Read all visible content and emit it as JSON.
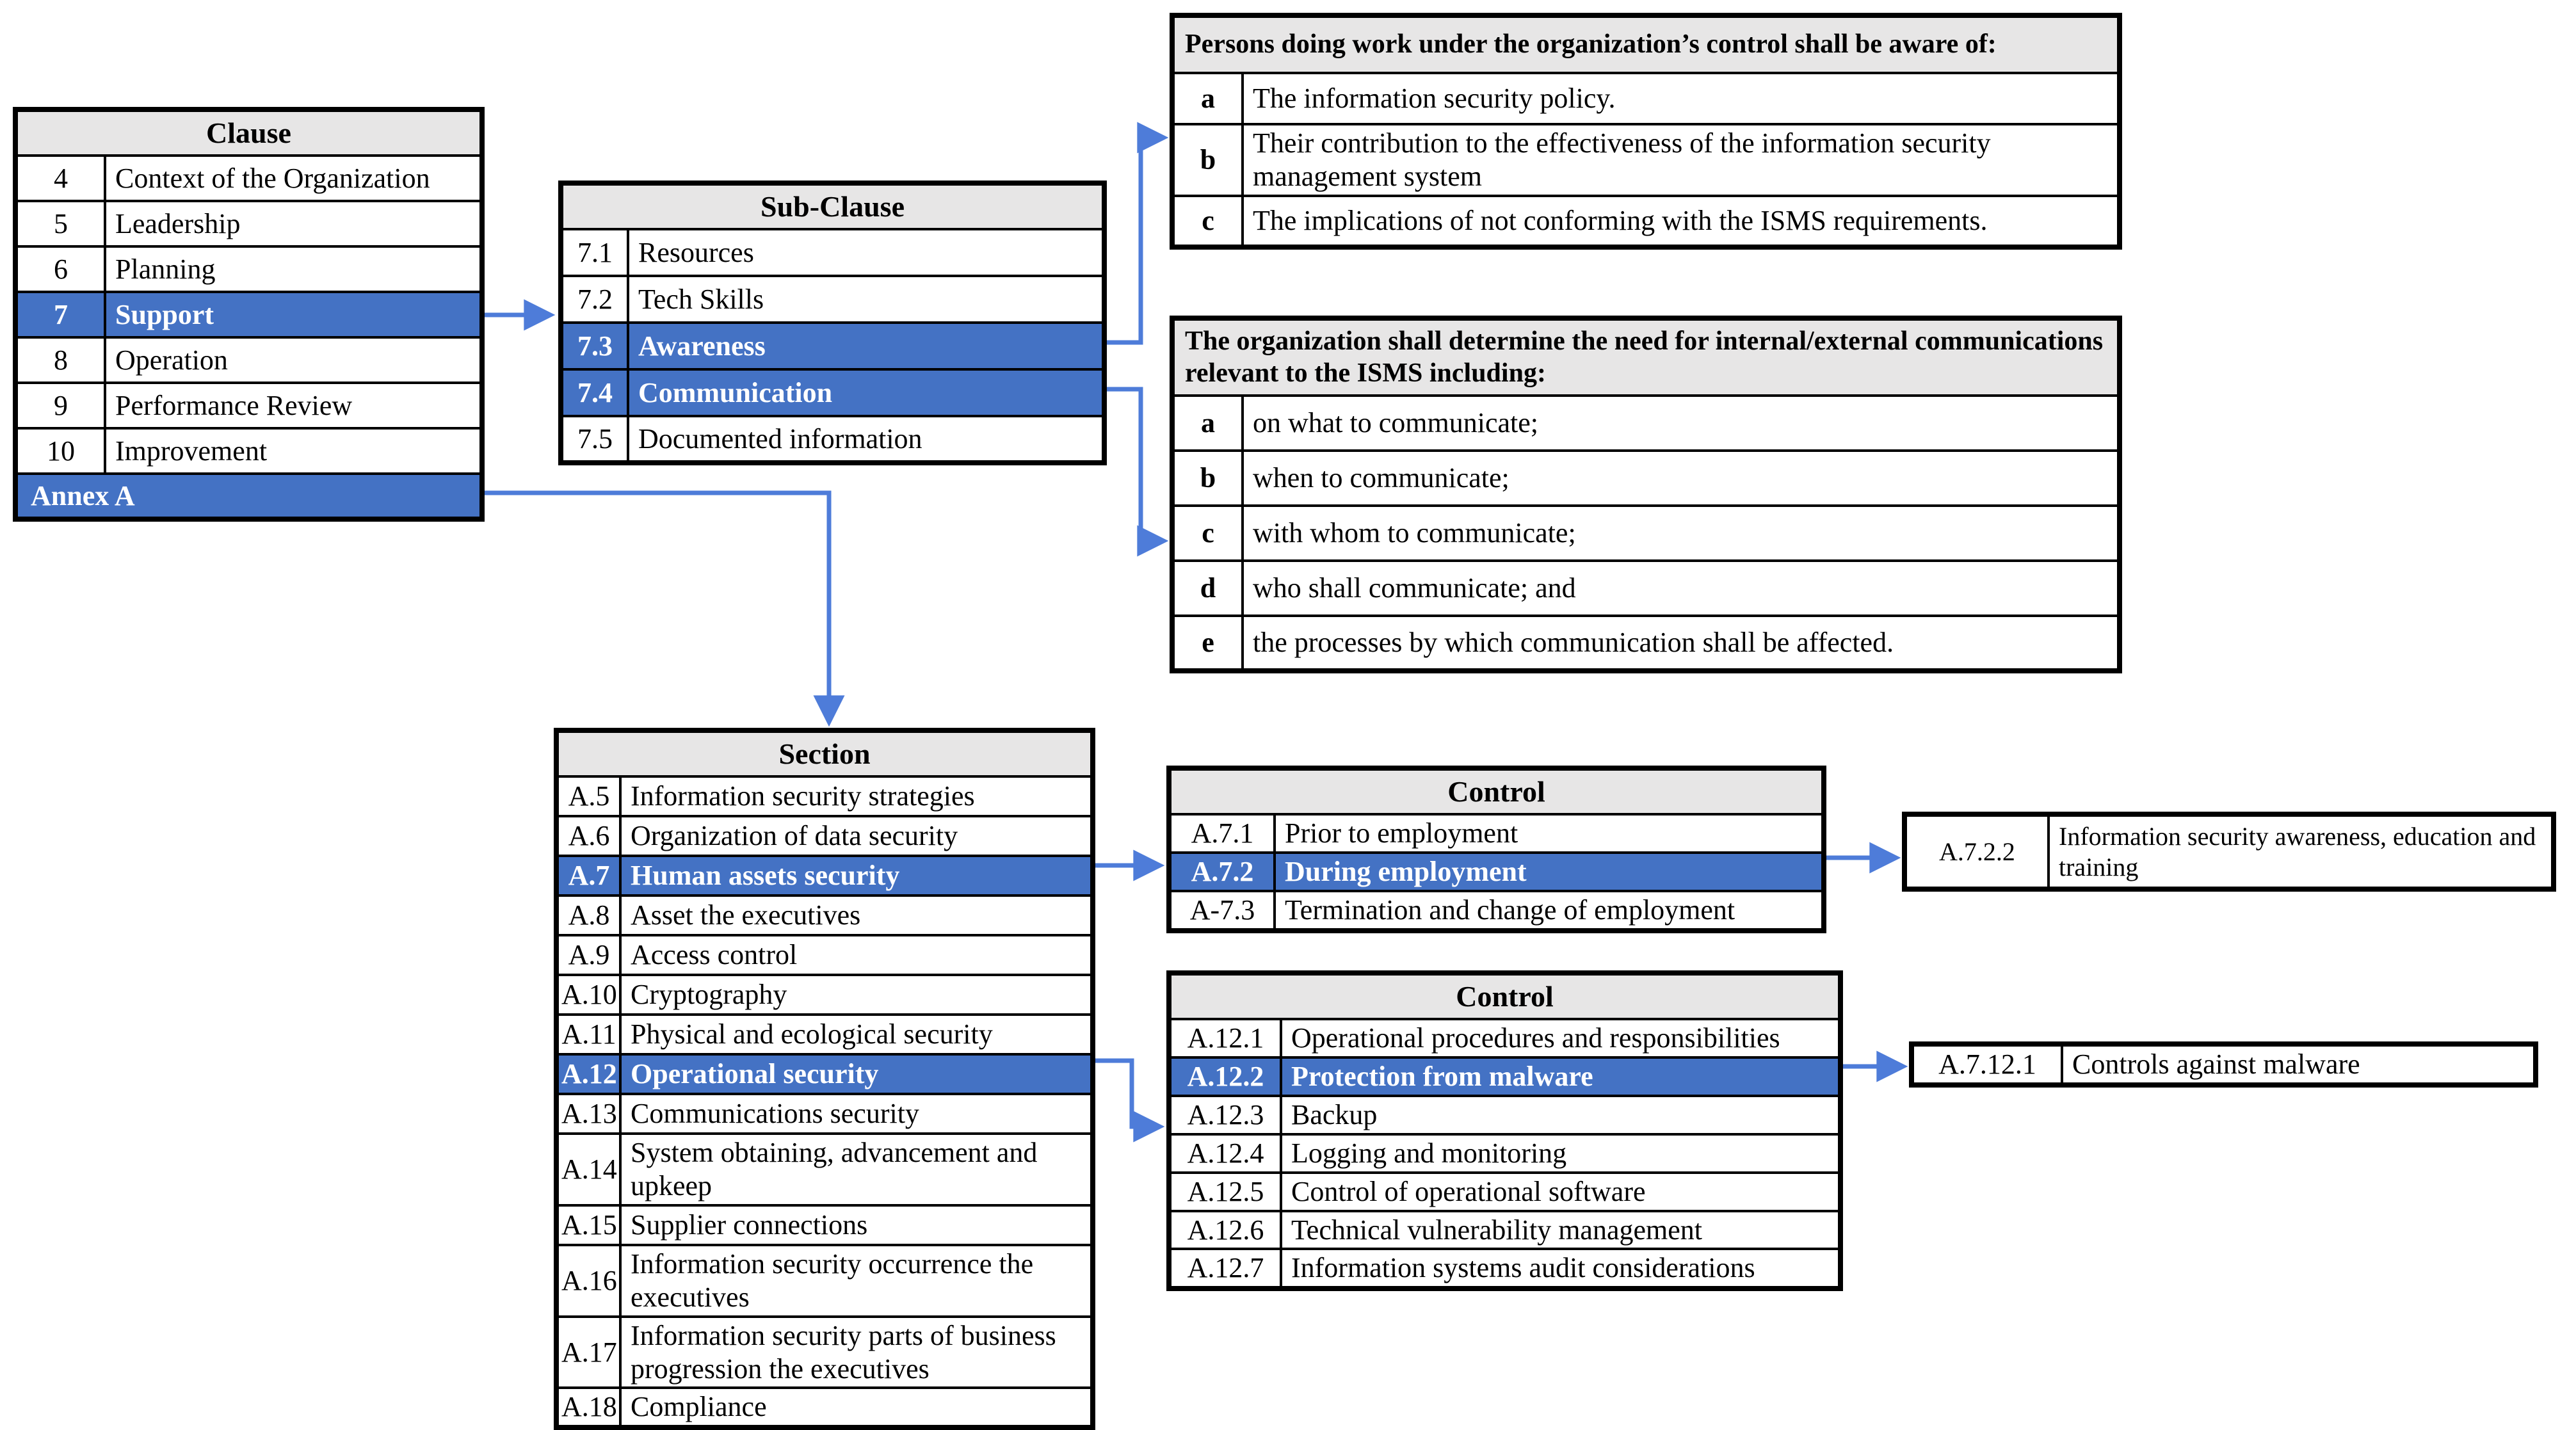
{
  "colors": {
    "highlight_row": "#4472C4",
    "highlight_text": "#ffffff",
    "header_bg": "#E7E6E6",
    "border": "#000000",
    "arrow": "#4E7CD9"
  },
  "clause_table": {
    "title": "Clause",
    "rows": [
      {
        "k": "4",
        "v": "Context of the Organization"
      },
      {
        "k": "5",
        "v": "Leadership"
      },
      {
        "k": "6",
        "v": "Planning"
      },
      {
        "k": "7",
        "v": "Support",
        "hl": true
      },
      {
        "k": "8",
        "v": "Operation"
      },
      {
        "k": "9",
        "v": "Performance Review"
      },
      {
        "k": "10",
        "v": "Improvement"
      },
      {
        "v": "Annex A",
        "hl": true,
        "span": 2
      }
    ]
  },
  "subclause_table": {
    "title": "Sub-Clause",
    "rows": [
      {
        "k": "7.1",
        "v": "Resources"
      },
      {
        "k": "7.2",
        "v": "Tech Skills"
      },
      {
        "k": "7.3",
        "v": "Awareness",
        "hl": true
      },
      {
        "k": "7.4",
        "v": "Communication",
        "hl": true
      },
      {
        "k": "7.5",
        "v": "Documented information"
      }
    ]
  },
  "persons_table": {
    "title": "Persons doing work under the organization’s control shall be aware of:",
    "rows": [
      {
        "k": "a",
        "v": "The information security policy."
      },
      {
        "k": "b",
        "v": "Their contribution to the effectiveness of the information security management system"
      },
      {
        "k": "c",
        "v": "The implications of not conforming with the ISMS requirements."
      }
    ]
  },
  "communications_table": {
    "title": "The organization shall determine the need for internal/external communications relevant to the ISMS including:",
    "rows": [
      {
        "k": "a",
        "v": "on what to communicate;"
      },
      {
        "k": "b",
        "v": "when to communicate;"
      },
      {
        "k": "c",
        "v": "with whom to communicate;"
      },
      {
        "k": "d",
        "v": "who shall communicate; and"
      },
      {
        "k": "e",
        "v": "the processes by which communication shall be affected."
      }
    ]
  },
  "section_table": {
    "title": "Section",
    "rows": [
      {
        "k": "A.5",
        "v": "Information security strategies"
      },
      {
        "k": "A.6",
        "v": "Organization of data security"
      },
      {
        "k": "A.7",
        "v": "Human assets security",
        "hl": true
      },
      {
        "k": "A.8",
        "v": "Asset the executives"
      },
      {
        "k": "A.9",
        "v": "Access control"
      },
      {
        "k": "A.10",
        "v": "Cryptography"
      },
      {
        "k": "A.11",
        "v": "Physical and ecological security"
      },
      {
        "k": "A.12",
        "v": "Operational security",
        "hl": true
      },
      {
        "k": "A.13",
        "v": "Communications security"
      },
      {
        "k": "A.14",
        "v": "System obtaining, advancement and upkeep"
      },
      {
        "k": "A.15",
        "v": "Supplier connections"
      },
      {
        "k": "A.16",
        "v": "Information security occurrence the executives"
      },
      {
        "k": "A.17",
        "v": "Information security parts of business progression the executives"
      },
      {
        "k": "A.18",
        "v": "Compliance"
      }
    ]
  },
  "control7_table": {
    "title": "Control",
    "rows": [
      {
        "k": "A.7.1",
        "v": "Prior to employment"
      },
      {
        "k": "A.7.2",
        "v": "During employment",
        "hl": true
      },
      {
        "k": "A-7.3",
        "v": "Termination and change of employment"
      }
    ]
  },
  "control12_table": {
    "title": "Control",
    "rows": [
      {
        "k": "A.12.1",
        "v": "Operational procedures and responsibilities"
      },
      {
        "k": "A.12.2",
        "v": "Protection from malware",
        "hl": true
      },
      {
        "k": "A.12.3",
        "v": "Backup"
      },
      {
        "k": "A.12.4",
        "v": "Logging and monitoring"
      },
      {
        "k": "A.12.5",
        "v": "Control of operational software"
      },
      {
        "k": "A.12.6",
        "v": "Technical vulnerability management"
      },
      {
        "k": "A.12.7",
        "v": "Information systems audit considerations"
      }
    ]
  },
  "detail_722": {
    "rows": [
      {
        "k": "A.7.2.2",
        "v": "Information security awareness, education and training"
      }
    ]
  },
  "detail_7121": {
    "rows": [
      {
        "k": "A.7.12.1",
        "v": "Controls against malware"
      }
    ]
  },
  "connectors": [
    {
      "from": "Clause 7 Support",
      "to": "Sub-Clause table"
    },
    {
      "from": "Sub-Clause 7.3 Awareness",
      "to": "Persons awareness list"
    },
    {
      "from": "Sub-Clause 7.4 Communication",
      "to": "Communications determination list"
    },
    {
      "from": "Annex A",
      "to": "Section table"
    },
    {
      "from": "Section A.7 Human assets security",
      "to": "Control A.7 table"
    },
    {
      "from": "Section A.12 Operational security",
      "to": "Control A.12 table"
    },
    {
      "from": "Control A.7.2 During employment",
      "to": "A.7.2.2 detail"
    },
    {
      "from": "Control A.12.2 Protection from malware",
      "to": "A.7.12.1 detail"
    }
  ]
}
